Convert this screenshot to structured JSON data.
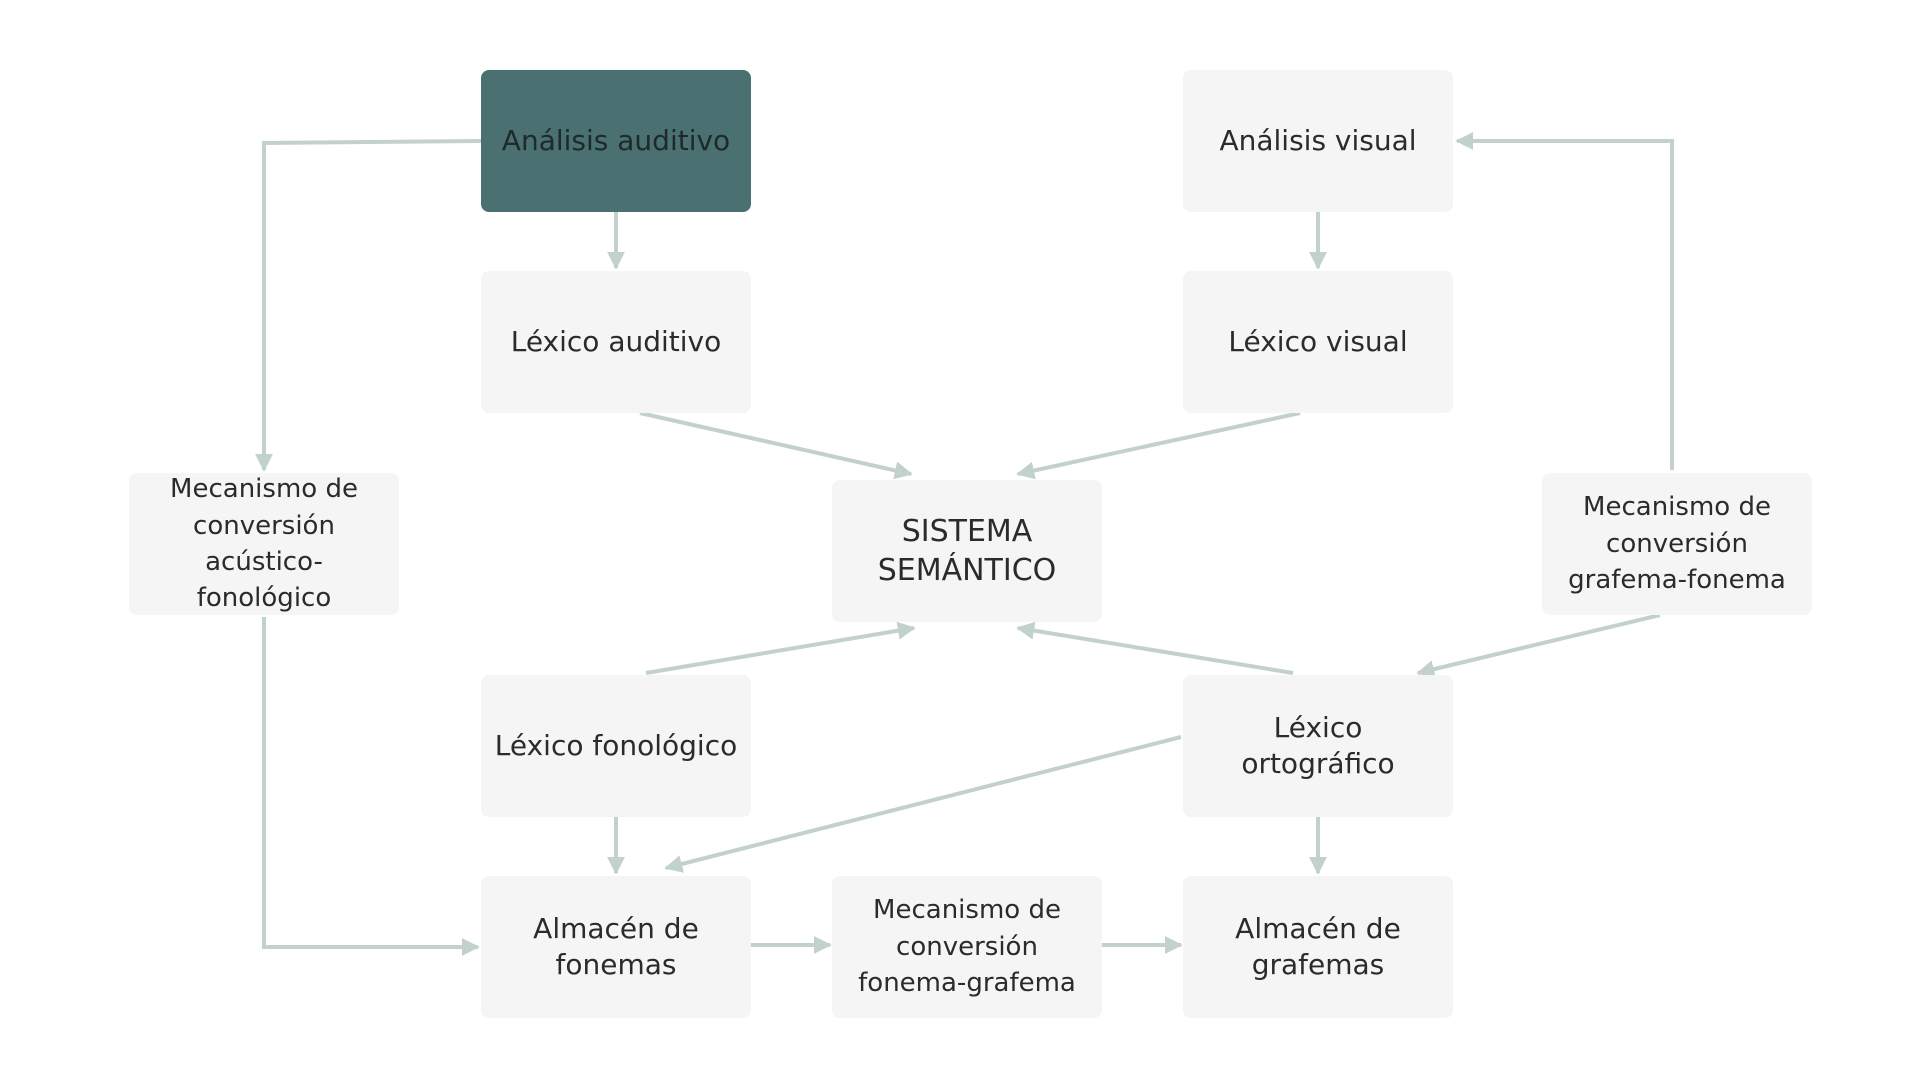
{
  "colors": {
    "highlight_fill": "#4a7071",
    "node_fill": "#f5f5f5",
    "arrow": "#c2d1cd",
    "text": "#2b2b2b"
  },
  "nodes": {
    "analisis_auditivo": "Análisis auditivo",
    "lexico_auditivo": "Léxico auditivo",
    "analisis_visual": "Análisis visual",
    "lexico_visual": "Léxico visual",
    "conv_acustico": "Mecanismo de\nconversión\nacústico-fonológico",
    "sistema_semantico": "SISTEMA\nSEMÁNTICO",
    "conv_grafema_fonema": "Mecanismo de\nconversión\ngrafema-fonema",
    "lexico_fonologico": "Léxico fonológico",
    "lexico_ortografico": "Léxico ortográfico",
    "almacen_fonemas": "Almacén de\nfonemas",
    "conv_fonema_grafema": "Mecanismo de\nconversión\nfonema-grafema",
    "almacen_grafemas": "Almacén de\ngrafemas"
  }
}
